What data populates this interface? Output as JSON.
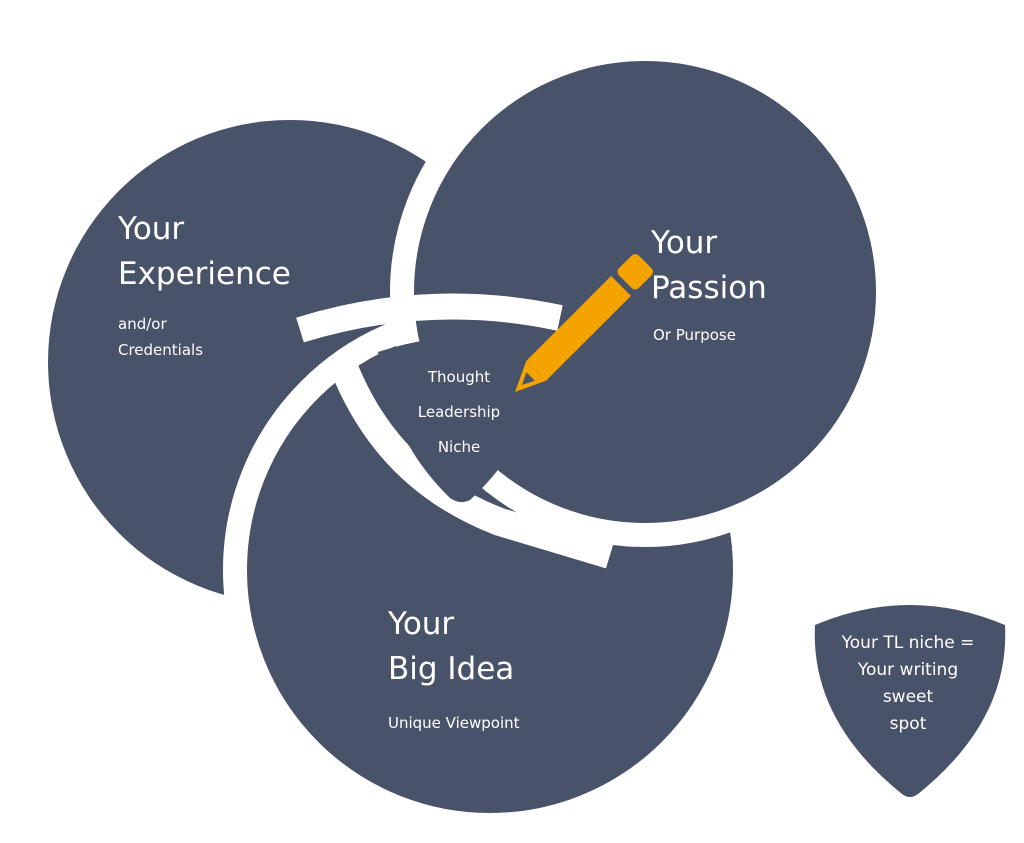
{
  "colors": {
    "circle": "#48536a",
    "accent": "#f5a300",
    "gap": "#ffffff"
  },
  "experience": {
    "title_1": "Your",
    "title_2": "Experience",
    "sub_1": "and/or",
    "sub_2": "Credentials"
  },
  "passion": {
    "title_1": "Your",
    "title_2": "Passion",
    "sub_1": "Or Purpose"
  },
  "big_idea": {
    "title_1": "Your",
    "title_2": "Big Idea",
    "sub_1": "Unique Viewpoint"
  },
  "center": {
    "line_1": "Thought",
    "line_2": "Leadership",
    "line_3": "Niche",
    "icon": "pencil-icon"
  },
  "legend": {
    "line_1": "Your TL niche =",
    "line_2": "Your writing",
    "line_3": "sweet",
    "line_4": "spot"
  }
}
